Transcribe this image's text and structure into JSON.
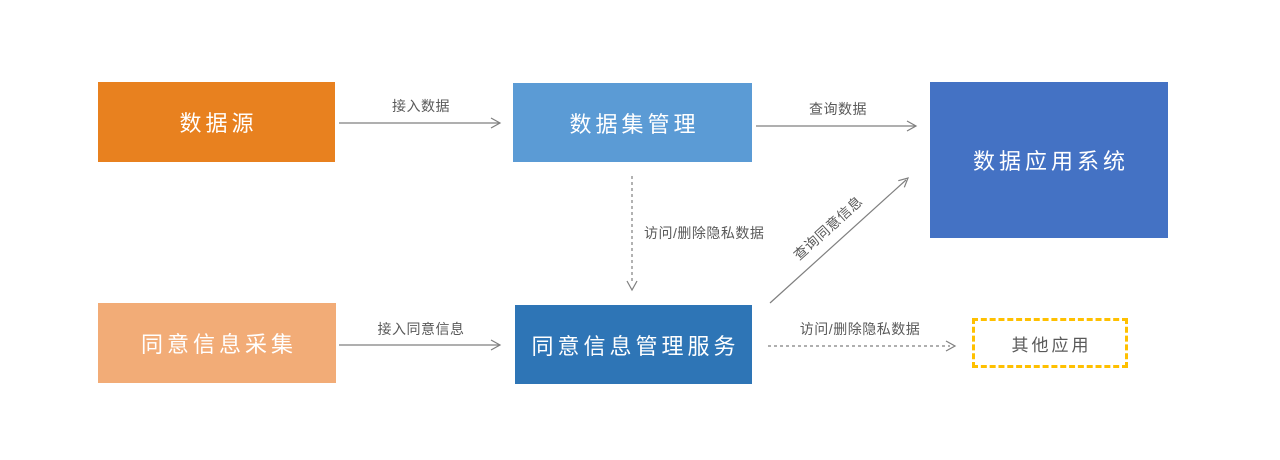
{
  "diagram": {
    "nodes": {
      "data_source": {
        "label": "数据源"
      },
      "dataset_mgmt": {
        "label": "数据集管理"
      },
      "data_app_system": {
        "label": "数据应用系统"
      },
      "consent_collection": {
        "label": "同意信息采集"
      },
      "consent_mgmt_service": {
        "label": "同意信息管理服务"
      },
      "other_apps": {
        "label": "其他应用"
      }
    },
    "edges": {
      "access_data": {
        "label": "接入数据",
        "style": "solid"
      },
      "query_data": {
        "label": "查询数据",
        "style": "solid"
      },
      "access_delete_private_v": {
        "label": "访问/删除隐私数据",
        "style": "dashed"
      },
      "query_consent": {
        "label": "查询同意信息",
        "style": "solid"
      },
      "access_consent": {
        "label": "接入同意信息",
        "style": "solid"
      },
      "access_delete_private_h": {
        "label": "访问/删除隐私数据",
        "style": "dashed"
      }
    },
    "colors": {
      "orange": "#E8811F",
      "light_blue": "#5B9BD5",
      "dark_blue": "#4472C4",
      "peach": "#F2AC77",
      "mid_blue": "#2E75B6",
      "gold": "#FFC000",
      "label_gray": "#595959",
      "arrow_gray": "#7F7F7F",
      "box_text": "#FFFFFF"
    }
  }
}
